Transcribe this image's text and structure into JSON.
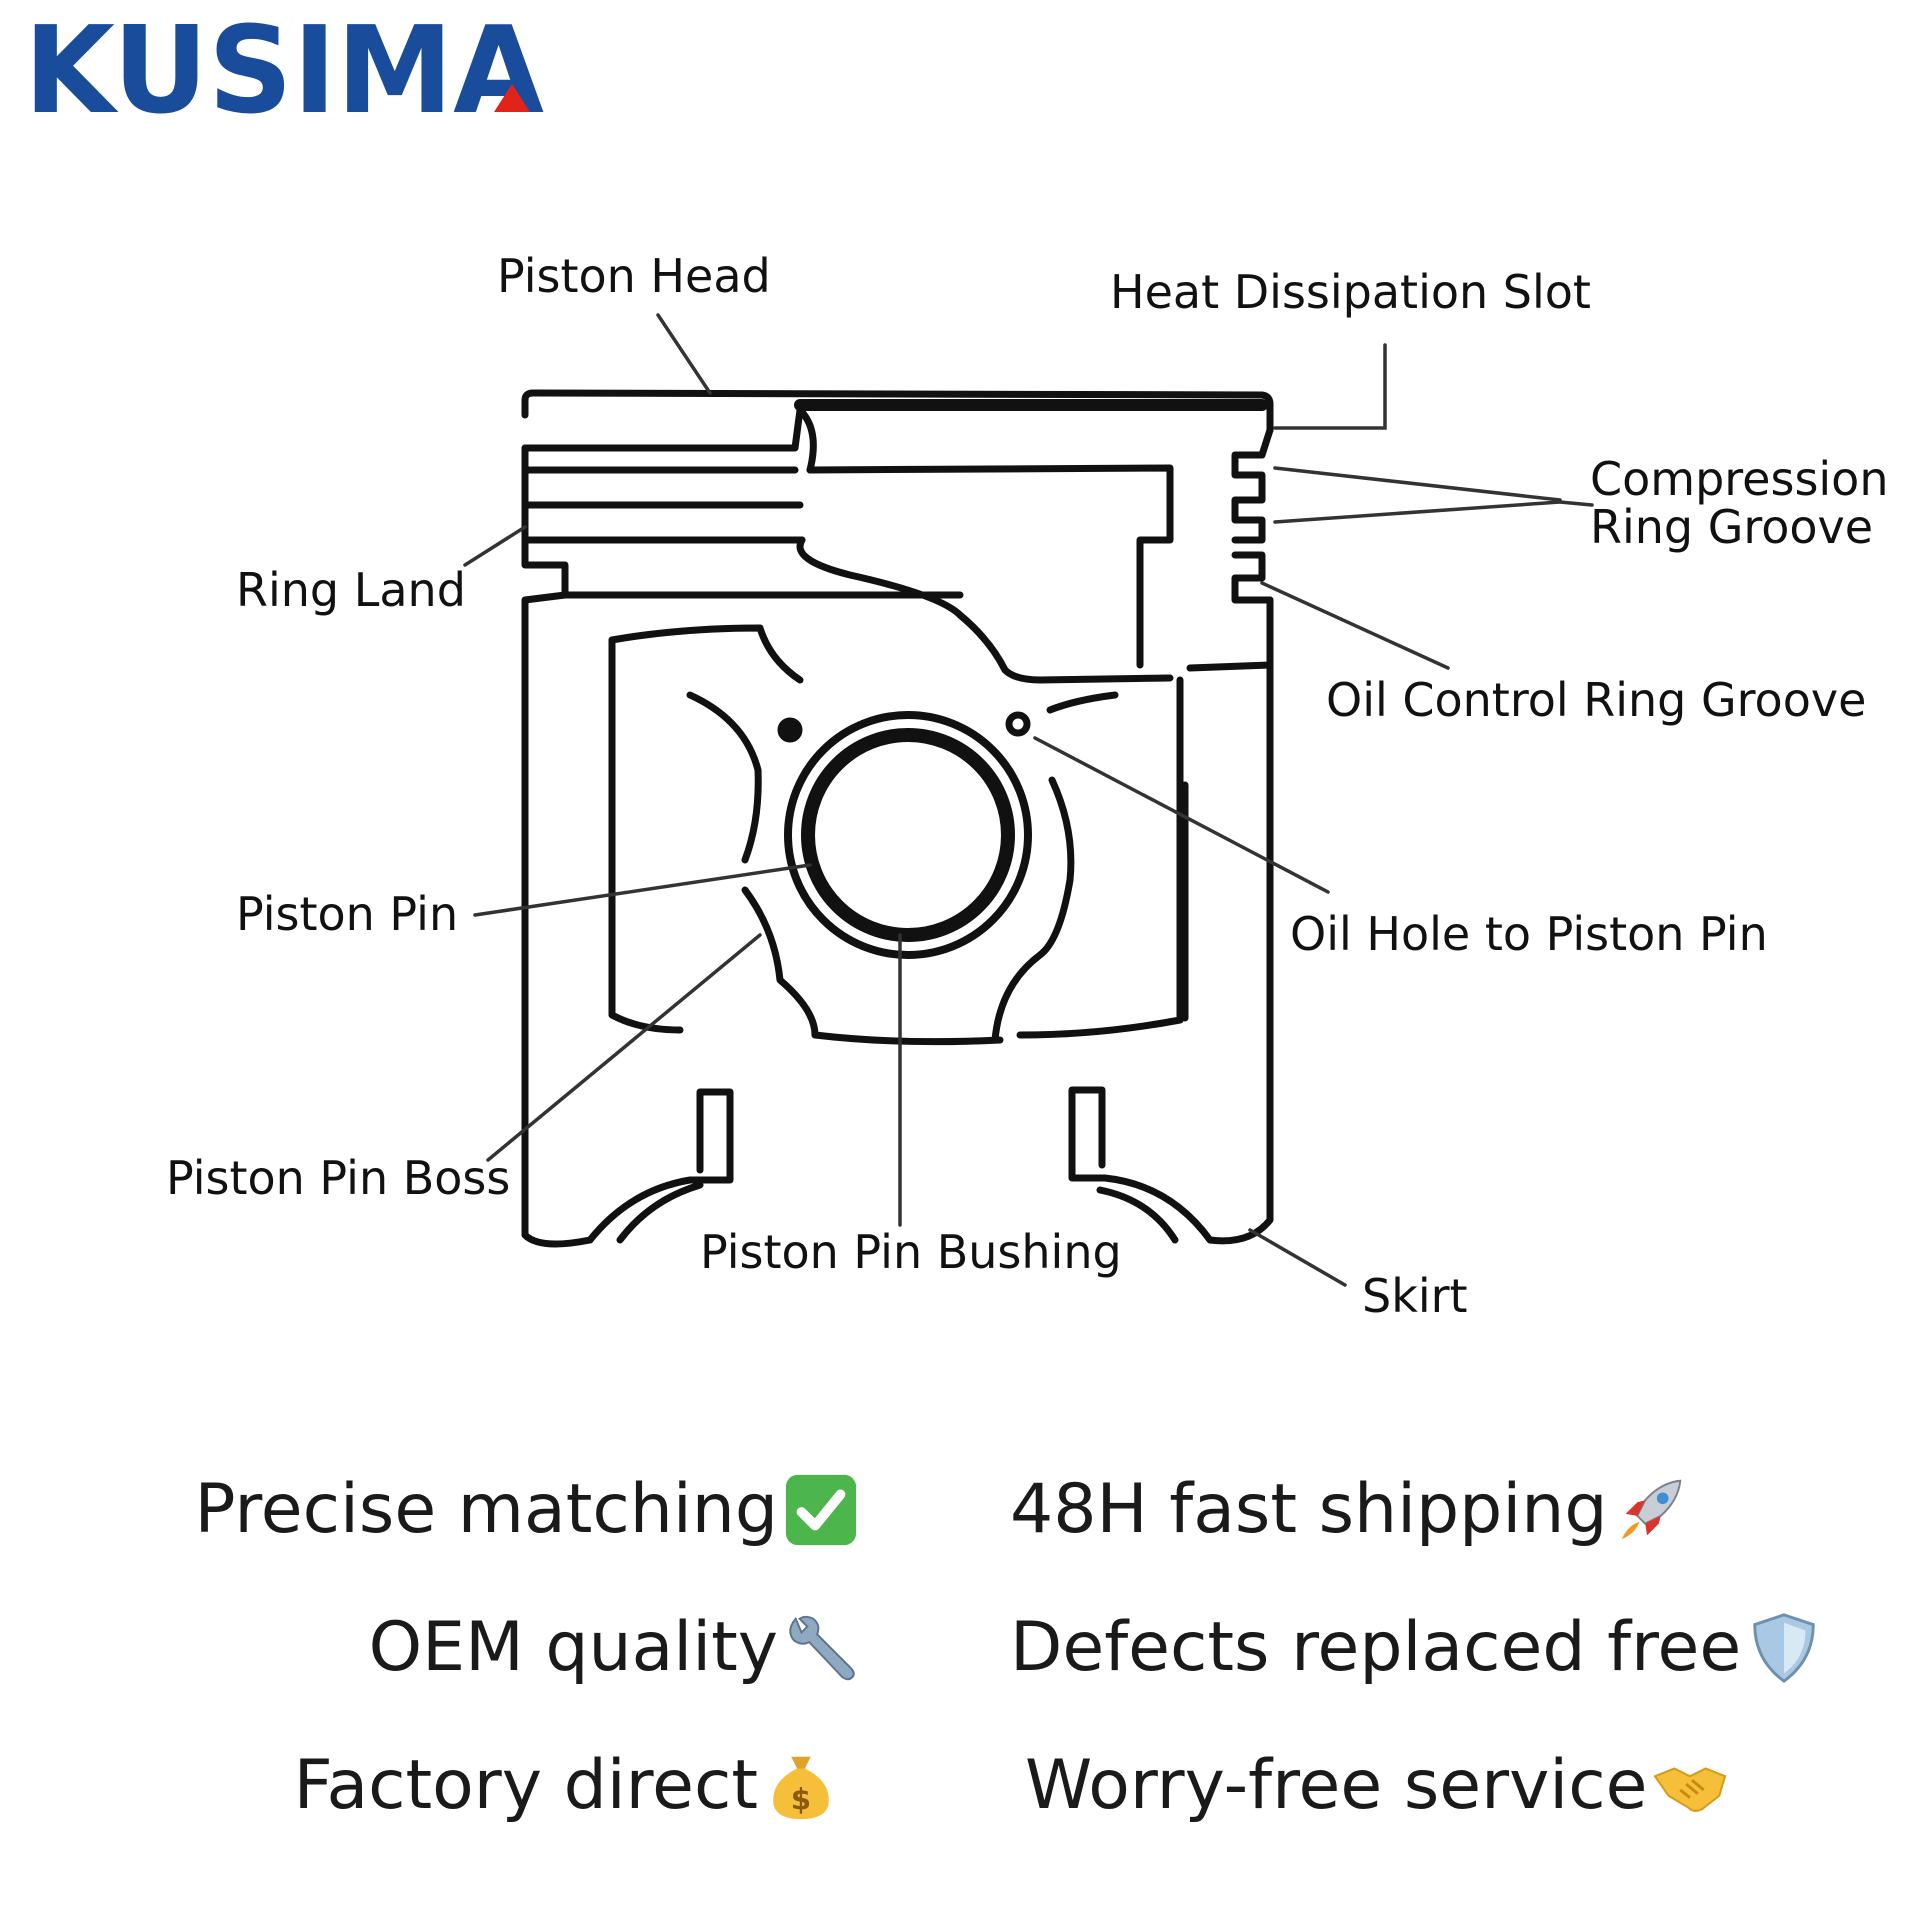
{
  "brand": {
    "name": "KUSIMA",
    "colors": {
      "primary": "#1a4c9c",
      "accent": "#e2231a"
    }
  },
  "diagram": {
    "labels": {
      "piston_head": "Piston Head",
      "heat_slot": "Heat Dissipation Slot",
      "compression_groove": "Compression Ring Groove",
      "ring_land": "Ring Land",
      "oil_control_groove": "Oil Control Ring Groove",
      "piston_pin": "Piston Pin",
      "oil_hole": "Oil Hole to Piston Pin",
      "pin_boss": "Piston Pin Boss",
      "pin_bushing": "Piston Pin Bushing",
      "skirt": "Skirt"
    }
  },
  "features": [
    {
      "text": "Precise matching",
      "icon": "check-mark-icon"
    },
    {
      "text": "48H fast shipping",
      "icon": "rocket-icon"
    },
    {
      "text": "OEM quality",
      "icon": "wrench-icon"
    },
    {
      "text": "Defects replaced free",
      "icon": "shield-icon"
    },
    {
      "text": "Factory direct",
      "icon": "money-bag-icon"
    },
    {
      "text": "Worry-free service",
      "icon": "handshake-icon"
    }
  ]
}
